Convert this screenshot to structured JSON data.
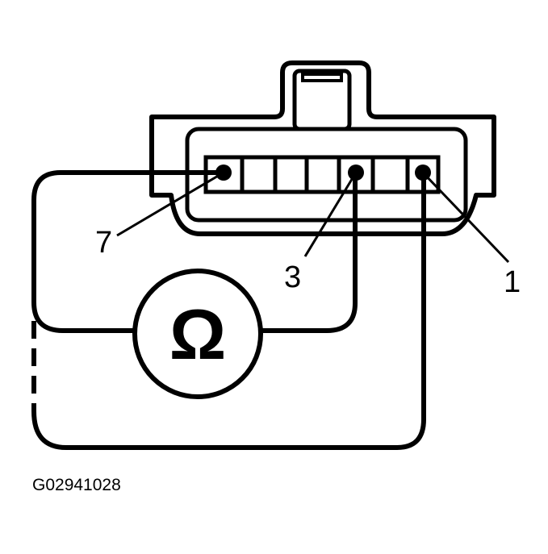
{
  "diagram": {
    "pin_labels": {
      "pin7": "7",
      "pin3": "3",
      "pin1": "1"
    },
    "meter_symbol": "Ω",
    "meter_icon": "ohmmeter-icon",
    "figure_id": "G02941028",
    "colors": {
      "line": "#000000",
      "background": "#ffffff"
    }
  }
}
